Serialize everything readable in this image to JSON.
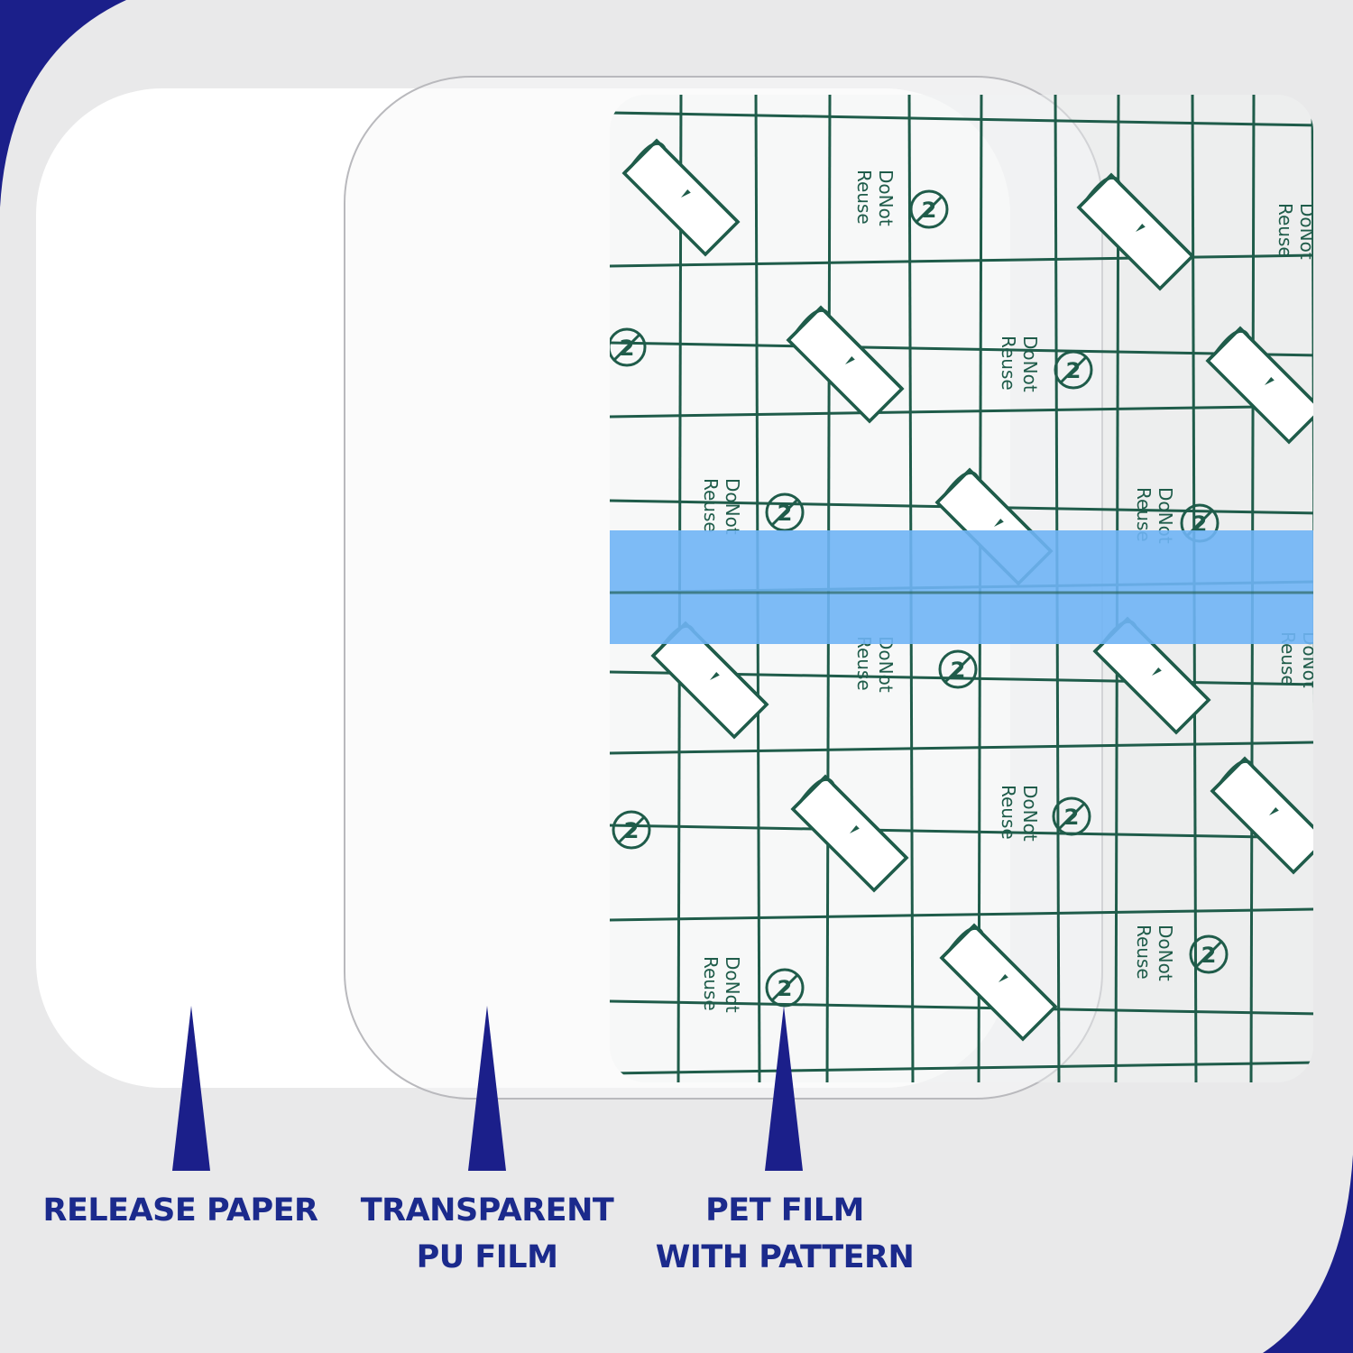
{
  "colors": {
    "frame_blue": "#1b1f8a",
    "background": "#e9e9ea",
    "pattern_green": "#1f5c4a",
    "strip_blue": "#6fb4f5",
    "label_blue": "#1b2a8c"
  },
  "layers": [
    {
      "id": "release-paper",
      "label": "RELEASE PAPER"
    },
    {
      "id": "pu-film",
      "label": "TRANSPARENT\nPU FILM"
    },
    {
      "id": "pet-film",
      "label": "PET FILM\nWITH PATTERN"
    }
  ],
  "pattern": {
    "text": "DoNot Reuse",
    "text_line1": "DoNot",
    "text_line2": "Reuse",
    "icons": [
      "no-reuse-icon",
      "peel-sheet-icon"
    ]
  }
}
